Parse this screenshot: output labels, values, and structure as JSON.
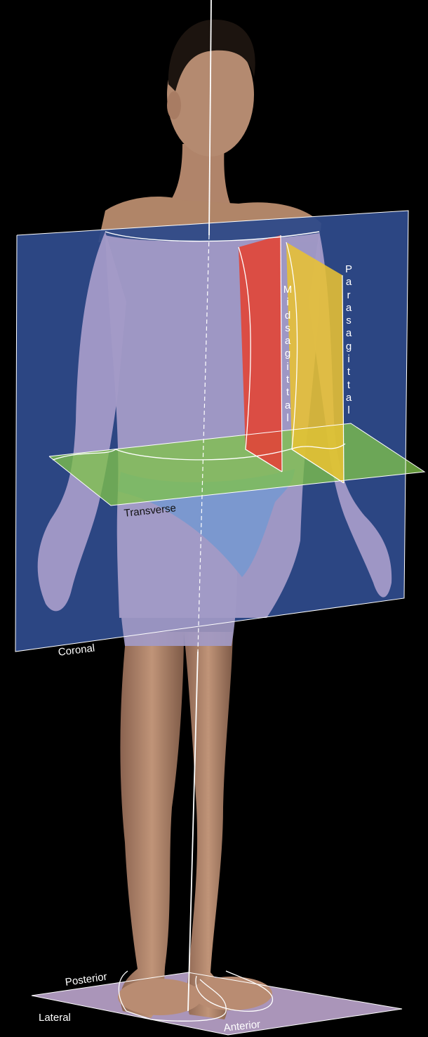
{
  "labels": {
    "midsagittal": "Midsagittal",
    "parasagittal": "Parasagittal",
    "transverse": "Transverse",
    "coronal": "Coronal",
    "posterior": "Posterior",
    "lateral": "Lateral",
    "anterior": "Anterior"
  },
  "colors": {
    "background": "#000000",
    "skin": "#b58a6e",
    "coronal_plane": "#2e4a8a",
    "midsagittal_plane": "#e0473a",
    "parasagittal_plane": "#e8c233",
    "transverse_plane": "#7fc24a",
    "floor_plane": "#b9a2c9",
    "briefs": "#7b98cf",
    "cut_outline": "#ffffff"
  }
}
